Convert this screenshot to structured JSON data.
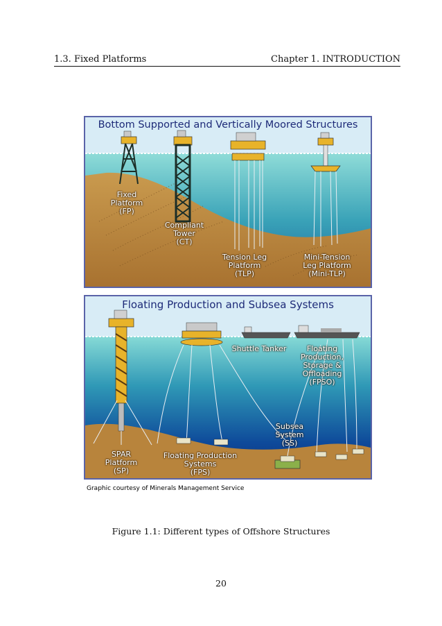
{
  "header": {
    "section": "1.3. Fixed Platforms",
    "chapter": "Chapter 1. INTRODUCTION"
  },
  "figure": {
    "top_panel": {
      "title": "Bottom Supported and Vertically Moored Structures",
      "labels": {
        "fp": "Fixed\nPlatform\n(FP)",
        "ct": "Compliant\nTower\n(CT)",
        "tlp": "Tension Leg\nPlatform\n(TLP)",
        "mini_tlp": "Mini-Tension\nLeg Platform\n(Mini-TLP)"
      }
    },
    "bottom_panel": {
      "title": "Floating Production and Subsea Systems",
      "labels": {
        "shuttle_tanker": "Shuttle Tanker",
        "fpso": "Floating\nProduction,\nStorage &\nOffloading\n(FPSO)",
        "subsea": "Subsea\nSystem\n(SS)",
        "spar": "SPAR\nPlatform\n(SP)",
        "fps": "Floating Production\nSystems\n(FPS)"
      }
    },
    "credit": "Graphic courtesy of Minerals Management Service",
    "caption": "Figure 1.1: Different types of Offshore Structures"
  },
  "page_number": "20",
  "colors": {
    "sky": "#cfe6f4",
    "water_top": "#7fd6d8",
    "water_deep": "#0a3c8c",
    "seabed": "#b8843c",
    "steel": "#1c3a2e",
    "deck": "#e8b32a",
    "frame": "#5a63a8"
  }
}
